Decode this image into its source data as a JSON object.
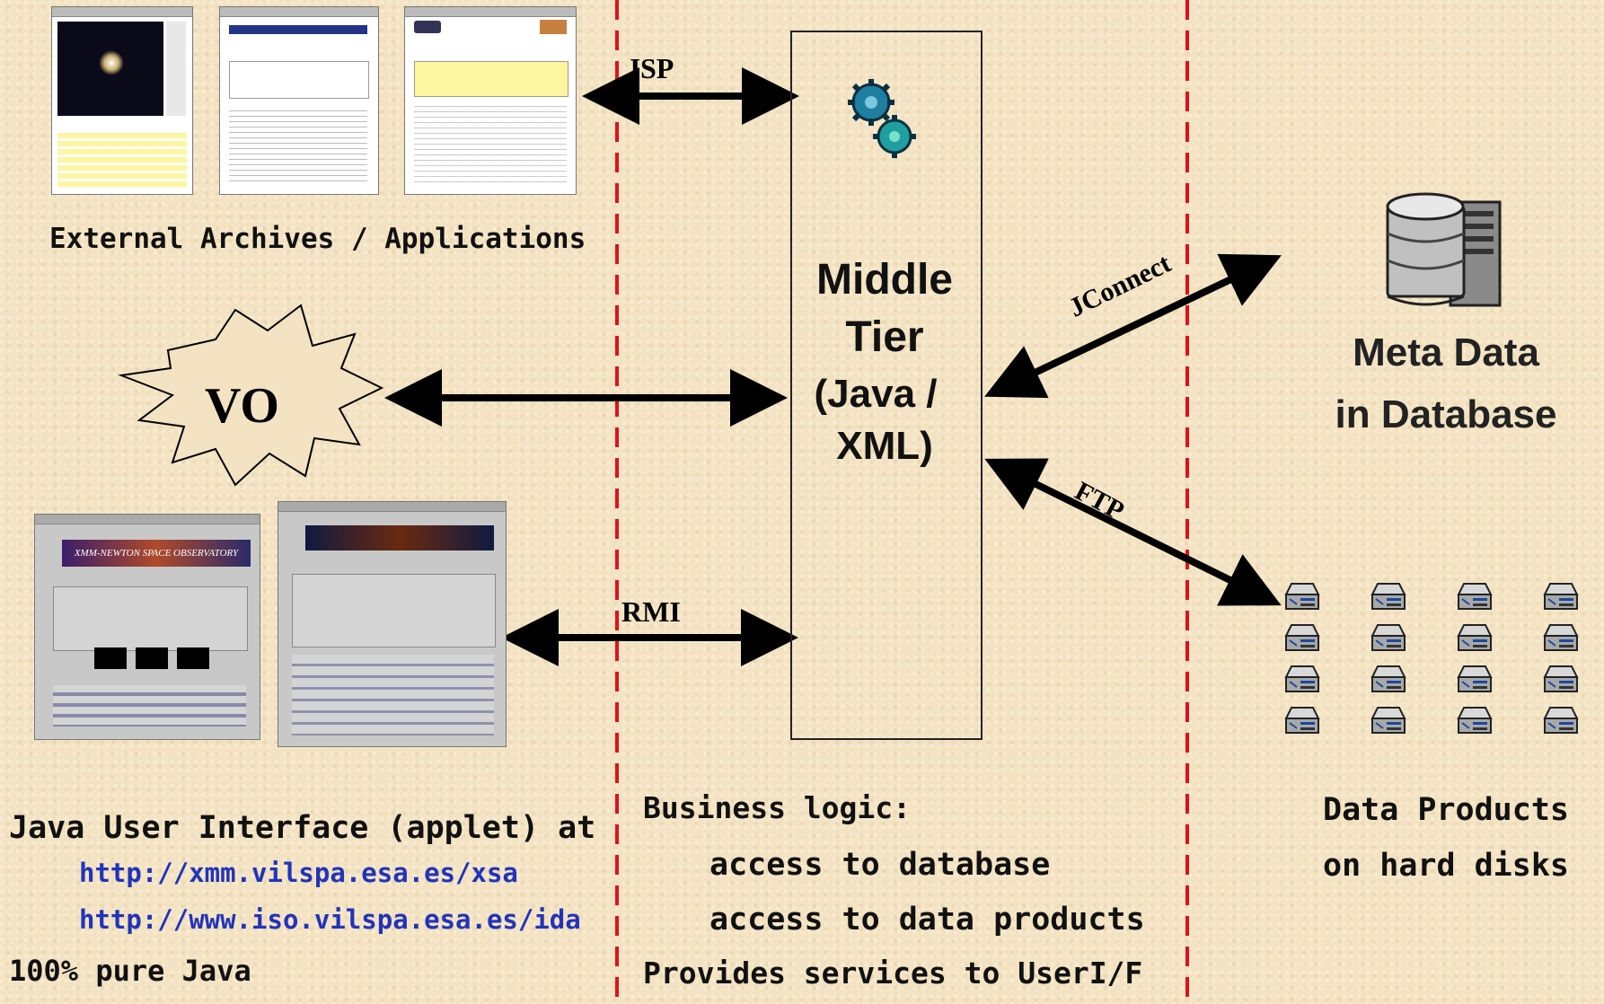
{
  "labels": {
    "external_archives": "External Archives / Applications",
    "vo": "VO",
    "jsp": "JSP",
    "rmi": "RMI",
    "jconnect": "JConnect",
    "ftp": "FTP",
    "middle_tier_line1": "Middle",
    "middle_tier_line2": "Tier",
    "middle_tier_line3": "(Java /",
    "middle_tier_line4": "XML)",
    "meta_line1": "Meta Data",
    "meta_line2": "in Database",
    "data_line1": "Data Products",
    "data_line2": "on hard disks"
  },
  "java_ui": {
    "title": "Java User Interface (applet) at",
    "url1": "http://xmm.vilspa.esa.es/xsa",
    "url2": "http://www.iso.vilspa.esa.es/ida",
    "note": "100% pure Java"
  },
  "business": {
    "title": "Business logic:",
    "item1": "access to database",
    "item2": "access to data products",
    "services": "Provides services to UserI/F"
  },
  "applet_banner": "XMM-NEWTON SPACE OBSERVATORY",
  "colors": {
    "background": "#f3e3c2",
    "dashed_line": "#e0101c",
    "link": "#2233bb"
  }
}
